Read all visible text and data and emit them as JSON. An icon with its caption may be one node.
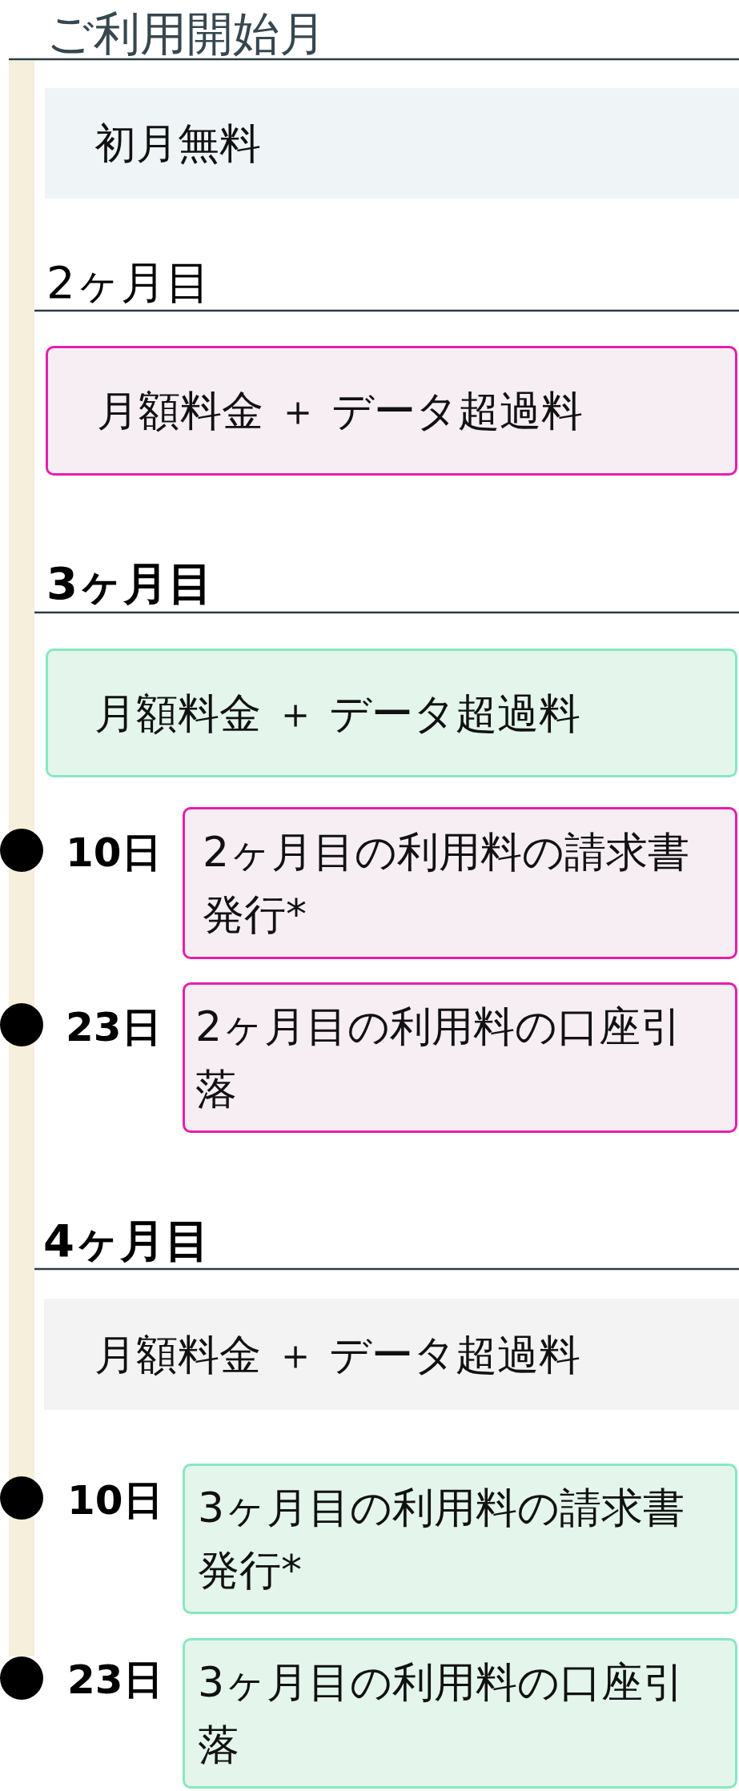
{
  "diagram": {
    "nodes": [
      {
        "text": [],
        "shape": "bar"
      },
      {
        "text": [
          "初月無料"
        ]
      },
      {
        "text": [
          "月額料金 ＋ データ超過料"
        ]
      },
      {
        "text": [
          "月額料金 ＋ データ超過料"
        ]
      },
      {
        "text": [
          "2ヶ月目の利用料の請求書発行*"
        ],
        "beside": [
          "10日"
        ]
      },
      {
        "text": [
          "2ヶ月目の利用料の口座引落"
        ],
        "beside": [
          "23日"
        ]
      },
      {
        "text": [
          "月額料金 ＋ データ超過料"
        ]
      },
      {
        "text": [
          "3ヶ月目の利用料の請求書発行*"
        ],
        "beside": [
          "10日"
        ]
      },
      {
        "text": [
          "3ヶ月目の利用料の口座引落"
        ],
        "beside": [
          "23日"
        ]
      }
    ],
    "labels": [
      "ご利用開始月",
      "2ヶ月目",
      "3ヶ月目",
      "4ヶ月目"
    ]
  }
}
